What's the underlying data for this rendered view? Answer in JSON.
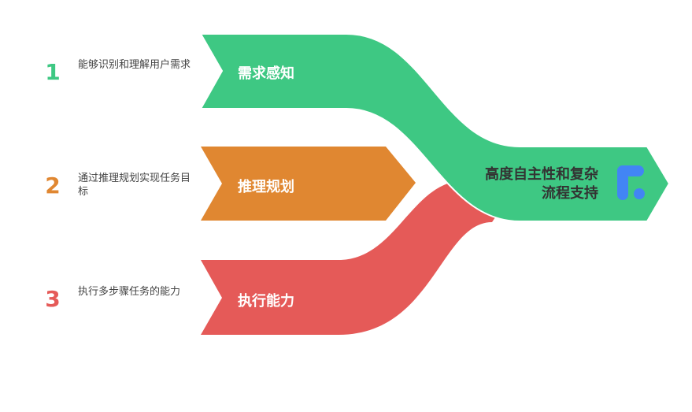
{
  "colors": {
    "green": "#3ec883",
    "orange": "#e08731",
    "red": "#e55a58",
    "icon_blue": "#4285f4"
  },
  "items": [
    {
      "number": "1",
      "label": "需求感知",
      "description": "能够识别和理解用户需求"
    },
    {
      "number": "2",
      "label": "推理规划",
      "description": "通过推理规划实现任务目标"
    },
    {
      "number": "3",
      "label": "执行能力",
      "description": "执行多步骤任务的能力"
    }
  ],
  "output": {
    "label": "高度自主性和复杂流程支持",
    "icon": "google-ads-icon"
  }
}
